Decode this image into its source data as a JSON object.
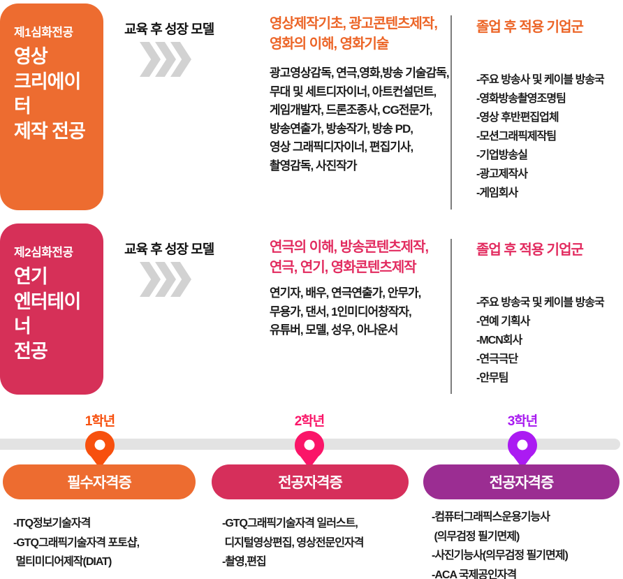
{
  "palette": {
    "orange_card": "#ED6C30",
    "orange_text": "#EC6426",
    "orange_pin": "#F7500E",
    "pink_card": "#D63058",
    "pink_text": "#E22B5F",
    "pink_pin": "#FA1568",
    "purple_pin": "#AB1BF2",
    "purple_pill": "#9B2D92",
    "chevron_gray": "#D2D2D2",
    "timeline_bar_gray": "#E3E3E3",
    "body_text": "#1b1b1b"
  },
  "sections": [
    {
      "badge": "제1심화전공",
      "title": "영상\n크리에이터\n제작 전공",
      "growth_label": "교육 후 성장 모델",
      "courses": "영상제작기초, 광고콘텐츠제작,\n영화의 이해, 영화기술",
      "careers": "광고영상감독, 연극,영화,방송 기술감독,\n무대 및 세트디자이너, 아트컨설던트,\n게임개발자, 드론조종사, CG전문가,\n방송연출가, 방송작가, 방송 PD,\n영상 그래픽디자이너, 편집기사,\n촬영감독, 사진작가",
      "companies_title": "졸업 후 적용 기업군",
      "companies": [
        "-주요 방송사 및 케이블 방송국",
        "-영화방송촬영조명팀",
        "-영상 후반편집업체",
        "-모션그래픽제작팀",
        "-기업방송실",
        "-광고제작사",
        "-게임회사"
      ]
    },
    {
      "badge": "제2심화전공",
      "title": "연기\n엔터테이너\n전공",
      "growth_label": "교육 후 성장 모델",
      "courses": "연극의 이해, 방송콘텐츠제작,\n연극, 연기, 영화콘텐츠제작",
      "careers": "연기자, 배우, 연극연출가, 안무가,\n무용가, 댄서, 1인미디어창작자,\n유튜버, 모델, 성우, 아나운서",
      "companies_title": "졸업 후 적용 기업군",
      "companies": [
        "-주요 방송국 및 케이블 방송국",
        "-연예 기획사",
        "-MCN회사",
        "-연극극단",
        "-안무팀"
      ]
    }
  ],
  "timeline": {
    "years": [
      "1학년",
      "2학년",
      "3학년"
    ],
    "pills": [
      "필수자격증",
      "전공자격증",
      "전공자격증"
    ],
    "certs": [
      [
        "-ITQ정보기술자격",
        "-GTQ그래픽기술자격 포토샵,",
        " 멀티미디어제작(DIAT)"
      ],
      [
        "-GTQ그래픽기술자격 일러스트,",
        " 디지털영상편집, 영상전문인자격",
        "-촬영,편집"
      ],
      [
        "-컴퓨터그래픽스운용기능사",
        " (의무검정 필기면제)",
        "-사진기능사(의무검정 필기면제)",
        "-ACA 국제공인자격"
      ]
    ]
  }
}
